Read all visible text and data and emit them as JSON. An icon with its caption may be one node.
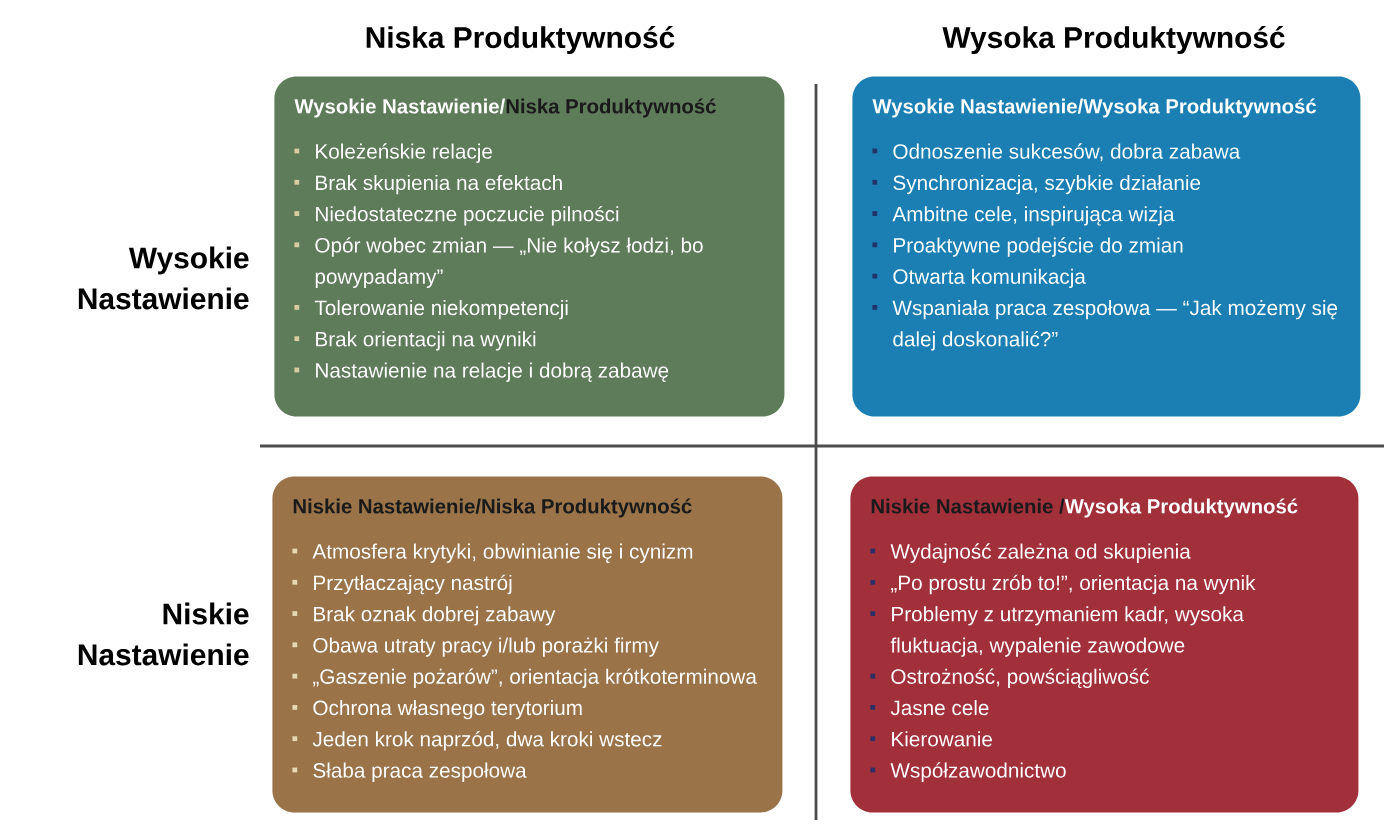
{
  "diagram": {
    "nodes": [
      {
        "text": [
          "Wysokie Nastawienie/Niska Produktywność",
          "Koleżeńskie relacje",
          "Brak skupienia na efektach",
          "Niedostateczne poczucie pilności",
          "Opór wobec zmian — „Nie kołysz łodzi, bo powypadamy”",
          "Tolerowanie niekompetencji",
          "Brak orientacji na wyniki",
          "Nastawienie na relacje i dobrą zabawę"
        ]
      },
      {
        "text": [
          "Wysokie Nastawienie/Wysoka Produktywność",
          "Odnoszenie sukcesów, dobra zabawa",
          "Synchronizacja, szybkie działanie",
          "Ambitne cele, inspirująca wizja",
          "Proaktywne podejście do zmian",
          "Otwarta komunikacja",
          "Wspaniała praca zespołowa — “Jak możemy się dalej doskonalić?”"
        ]
      },
      {
        "text": [
          "Niskie Nastawienie/Niska Produktywność",
          "Atmosfera krytyki, obwinianie się i cynizm",
          "Przytłaczający nastrój",
          "Brak oznak dobrej zabawy",
          "Obawa utraty pracy i/lub porażki firmy",
          "„Gaszenie pożarów”, orientacja krótkoterminowa",
          "Ochrona własnego terytorium",
          "Jeden krok naprzód, dwa kroki wstecz",
          "Słaba praca zespołowa"
        ]
      },
      {
        "text": [
          "Niskie Nastawienie /Wysoka Produktywność",
          "Wydajność zależna od skupienia",
          "„Po prostu zrób to!”, orientacja na wynik",
          "Problemy z utrzymaniem kadr, wysoka fluktuacja, wypalenie zawodowe",
          "Ostrożność, powściągliwość",
          "Jasne cele",
          "Kierowanie",
          "Współzawodnictwo"
        ]
      }
    ],
    "labels": [
      "Niska Produktywność",
      "Wysoka Produktywność",
      "Wysokie Nastawienie",
      "Niskie Nastawienie"
    ]
  }
}
